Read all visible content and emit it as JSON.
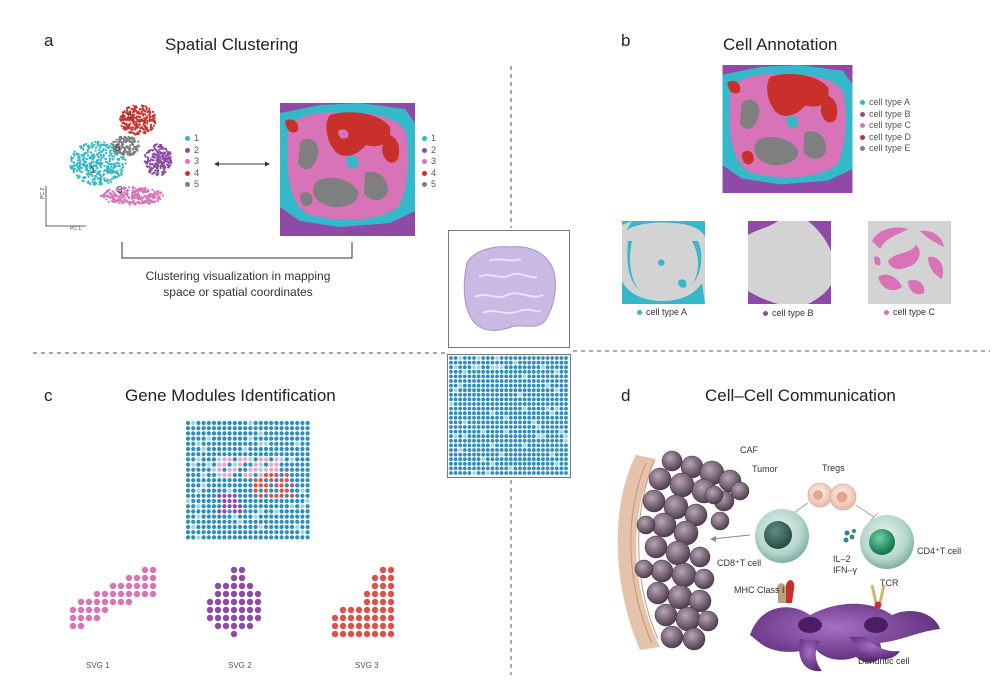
{
  "panels": {
    "a": {
      "letter": "a",
      "title": "Spatial Clustering",
      "cluster_labels": [
        "1",
        "2",
        "3",
        "4",
        "5"
      ],
      "legend": [
        "1",
        "2",
        "3",
        "4",
        "5"
      ],
      "axis_y": "PC 2",
      "axis_x": "PC 1",
      "caption_line1": "Clustering visualization in mapping",
      "caption_line2": "space or spatial coordinates"
    },
    "b": {
      "letter": "b",
      "title": "Cell Annotation",
      "legend": [
        "cell type A",
        "cell type B",
        "cell type C",
        "cell type D",
        "cell type E"
      ],
      "sub_labels": [
        "cell type A",
        "cell type B",
        "cell type C"
      ]
    },
    "c": {
      "letter": "c",
      "title": "Gene Modules Identification",
      "svg_labels": [
        "SVG 1",
        "SVG 2",
        "SVG 3"
      ]
    },
    "d": {
      "letter": "d",
      "title": "Cell–Cell Communication",
      "labels": {
        "caf": "CAF",
        "tumor": "Tumor",
        "tregs": "Tregs",
        "cd8": "CD8⁺T cell",
        "cd4": "CD4⁺T cell",
        "il2": "IL–2",
        "ifn": "IFN–γ",
        "mhc": "MHC Class I",
        "tcr": "TCR",
        "dendritic": "Dendritic cell"
      }
    }
  },
  "colors": {
    "cluster1": "#33b9c9",
    "cluster2": "#8e4aa6",
    "cluster3": "#d873b8",
    "cluster4": "#c9302c",
    "cluster5": "#7f7f7f",
    "spot_blue": "#2a8fbf",
    "tissue_purple": "#c9b9e3",
    "background_gray": "#d3d3d3"
  }
}
